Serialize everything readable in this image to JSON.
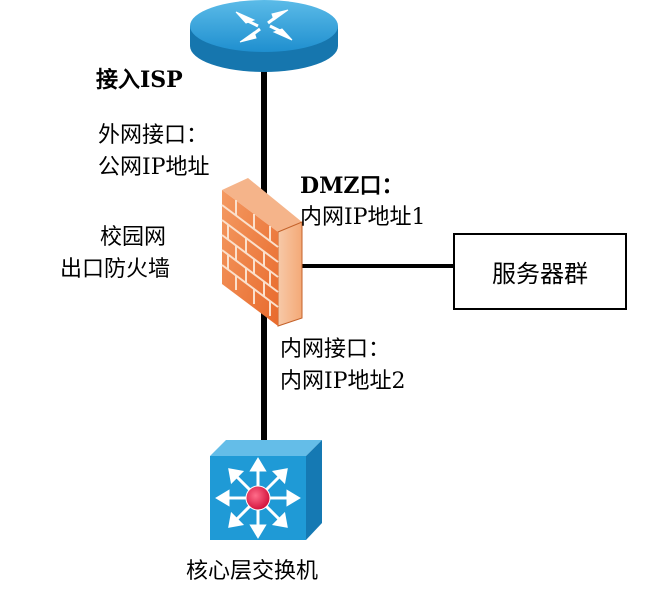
{
  "router": {
    "icon": "router-icon",
    "label": "接入ISP"
  },
  "firewall": {
    "icon": "firewall-icon",
    "label_line1": "校园网",
    "label_line2": "出口防火墙"
  },
  "outer_interface": {
    "line1": "外网接口：",
    "line2": "公网IP地址"
  },
  "dmz_interface": {
    "line1": "DMZ口：",
    "line2": "内网IP地址1"
  },
  "inner_interface": {
    "line1": "内网接口：",
    "line2": "内网IP地址2"
  },
  "server_group": {
    "label": "服务器群"
  },
  "core_switch": {
    "icon": "layer3-switch-icon",
    "label": "核心层交换机"
  },
  "colors": {
    "router_blue": "#1f9ad6",
    "switch_blue": "#1f9ad6",
    "firewall_orange": "#f07a3c",
    "switch_center": "#e0234e",
    "link": "#000000"
  }
}
